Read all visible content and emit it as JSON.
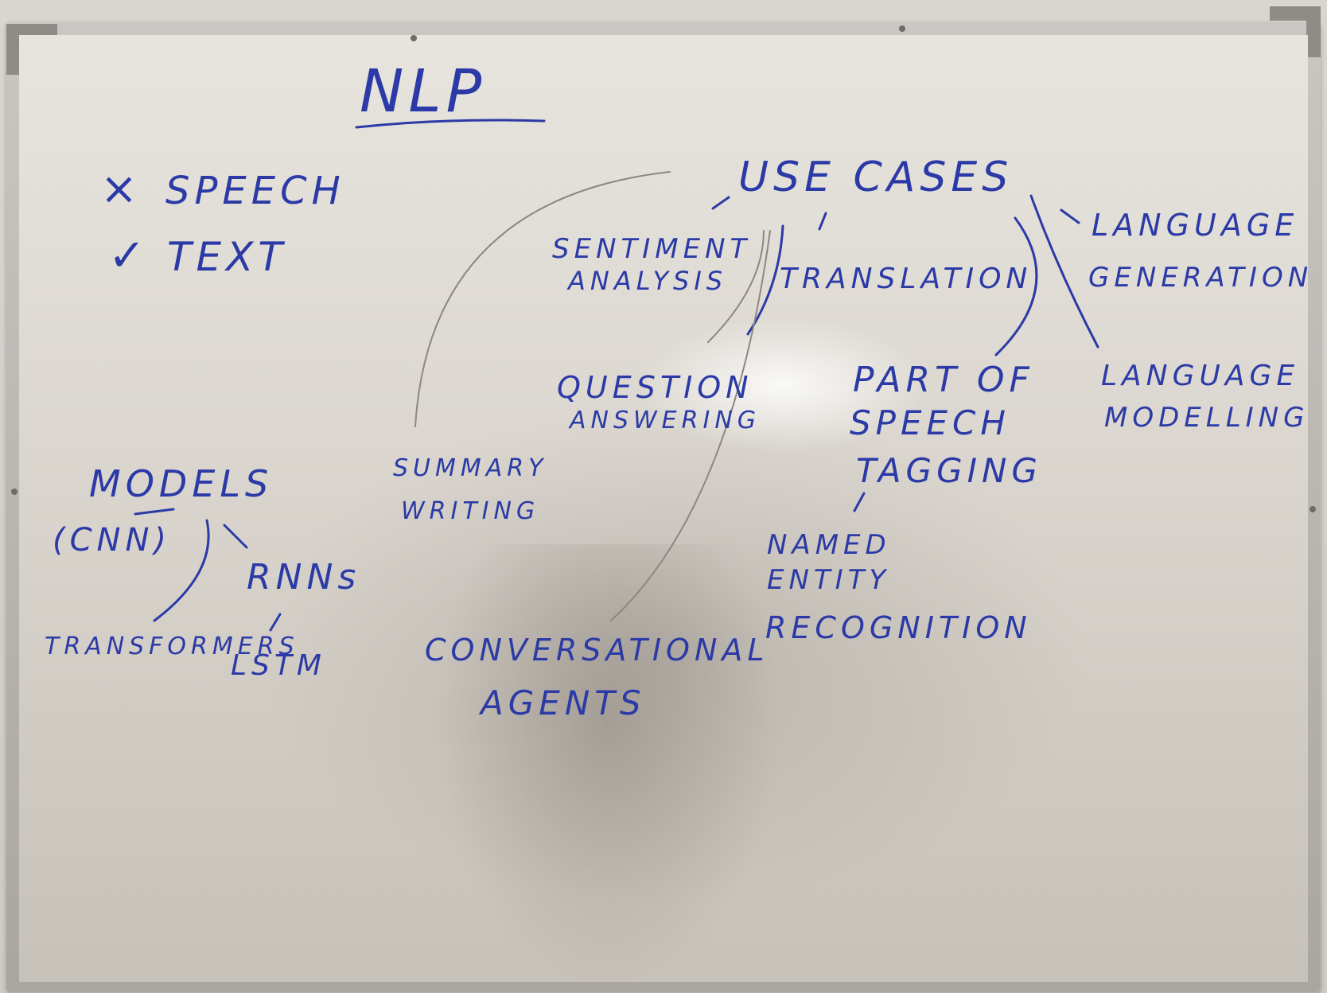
{
  "board": {
    "title": "NLP",
    "modes": [
      {
        "mark": "×",
        "label": "SPEECH"
      },
      {
        "mark": "✓",
        "label": "TEXT"
      }
    ],
    "use_cases": {
      "heading": "USE CASES",
      "items": {
        "sentiment_1": "SENTIMENT",
        "sentiment_2": "ANALYSIS",
        "translation": "TRANSLATION",
        "lang_gen_1": "LANGUAGE",
        "lang_gen_2": "GENERATION",
        "qa_1": "QUESTION",
        "qa_2": "ANSWERING",
        "pos_1": "PART OF",
        "pos_2": "SPEECH",
        "pos_3": "TAGGING",
        "lang_mod_1": "LANGUAGE",
        "lang_mod_2": "MODELLING",
        "summary_1": "SUMMARY",
        "summary_2": "WRITING",
        "ner_1": "NAMED",
        "ner_2": "ENTITY",
        "ner_3": "RECOGNITION",
        "conv_1": "CONVERSATIONAL",
        "conv_2": "AGENTS"
      }
    },
    "models": {
      "heading": "MODELS",
      "cnn": "(CNN)",
      "rnns": "RNNs",
      "lstm": "LSTM",
      "transformers": "TRANSFORMERS"
    }
  },
  "colors": {
    "marker_ink": "#2b3aa6",
    "board_surface": "#e3e0da",
    "frame": "#b0ada8"
  }
}
